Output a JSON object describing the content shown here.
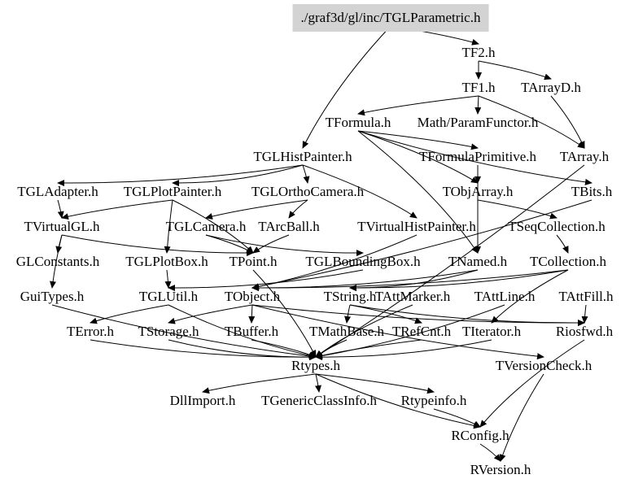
{
  "root": "./graf3d/gl/inc/TGLParametric.h",
  "nodes": [
    "TF2.h",
    "TF1.h",
    "TArrayD.h",
    "TFormula.h",
    "Math/ParamFunctor.h",
    "TGLHistPainter.h",
    "TFormulaPrimitive.h",
    "TArray.h",
    "TGLAdapter.h",
    "TGLPlotPainter.h",
    "TGLOrthoCamera.h",
    "TObjArray.h",
    "TBits.h",
    "TVirtualGL.h",
    "TGLCamera.h",
    "TArcBall.h",
    "TVirtualHistPainter.h",
    "TSeqCollection.h",
    "GLConstants.h",
    "TGLPlotBox.h",
    "TPoint.h",
    "TGLBoundingBox.h",
    "TNamed.h",
    "TCollection.h",
    "GuiTypes.h",
    "TGLUtil.h",
    "TObject.h",
    "TString.h",
    "TAttMarker.h",
    "TAttLine.h",
    "TAttFill.h",
    "TError.h",
    "TStorage.h",
    "TBuffer.h",
    "TMathBase.h",
    "TRefCnt.h",
    "TIterator.h",
    "Riosfwd.h",
    "Rtypes.h",
    "TVersionCheck.h",
    "DllImport.h",
    "TGenericClassInfo.h",
    "Rtypeinfo.h",
    "RConfig.h",
    "RVersion.h"
  ],
  "edges": [
    [
      "./graf3d/gl/inc/TGLParametric.h",
      "TF2.h"
    ],
    [
      "./graf3d/gl/inc/TGLParametric.h",
      "TGLHistPainter.h"
    ],
    [
      "TF2.h",
      "TF1.h"
    ],
    [
      "TF2.h",
      "TArrayD.h"
    ],
    [
      "TF1.h",
      "TFormula.h"
    ],
    [
      "TF1.h",
      "Math/ParamFunctor.h"
    ],
    [
      "TF1.h",
      "TArray.h"
    ],
    [
      "TArrayD.h",
      "TArray.h"
    ],
    [
      "TFormula.h",
      "TFormulaPrimitive.h"
    ],
    [
      "TFormula.h",
      "TObjArray.h"
    ],
    [
      "TFormula.h",
      "TNamed.h"
    ],
    [
      "TFormula.h",
      "TBits.h"
    ],
    [
      "TFormulaPrimitive.h",
      "TObjArray.h"
    ],
    [
      "TFormulaPrimitive.h",
      "TNamed.h"
    ],
    [
      "TObjArray.h",
      "TSeqCollection.h"
    ],
    [
      "TSeqCollection.h",
      "TCollection.h"
    ],
    [
      "TCollection.h",
      "TObject.h"
    ],
    [
      "TCollection.h",
      "TIterator.h"
    ],
    [
      "TCollection.h",
      "TString.h"
    ],
    [
      "TNamed.h",
      "TObject.h"
    ],
    [
      "TNamed.h",
      "TString.h"
    ],
    [
      "TArray.h",
      "Rtypes.h"
    ],
    [
      "TBits.h",
      "TObject.h"
    ],
    [
      "TGLHistPainter.h",
      "TGLAdapter.h"
    ],
    [
      "TGLHistPainter.h",
      "TGLPlotPainter.h"
    ],
    [
      "TGLHistPainter.h",
      "TGLOrthoCamera.h"
    ],
    [
      "TGLHistPainter.h",
      "TVirtualHistPainter.h"
    ],
    [
      "TGLAdapter.h",
      "TVirtualGL.h"
    ],
    [
      "TGLPlotPainter.h",
      "TVirtualGL.h"
    ],
    [
      "TGLPlotPainter.h",
      "TGLPlotBox.h"
    ],
    [
      "TGLPlotPainter.h",
      "TPoint.h"
    ],
    [
      "TGLOrthoCamera.h",
      "TGLCamera.h"
    ],
    [
      "TGLOrthoCamera.h",
      "TArcBall.h"
    ],
    [
      "TGLCamera.h",
      "TPoint.h"
    ],
    [
      "TGLCamera.h",
      "TGLBoundingBox.h"
    ],
    [
      "TArcBall.h",
      "TPoint.h"
    ],
    [
      "TVirtualHistPainter.h",
      "TObject.h"
    ],
    [
      "TVirtualGL.h",
      "GLConstants.h"
    ],
    [
      "TVirtualGL.h",
      "GuiTypes.h"
    ],
    [
      "TVirtualGL.h",
      "TPoint.h"
    ],
    [
      "TGLPlotBox.h",
      "TGLUtil.h"
    ],
    [
      "TGLBoundingBox.h",
      "TGLUtil.h"
    ],
    [
      "TGLUtil.h",
      "TError.h"
    ],
    [
      "TGLUtil.h",
      "Rtypes.h"
    ],
    [
      "TPoint.h",
      "Rtypes.h"
    ],
    [
      "GuiTypes.h",
      "Rtypes.h"
    ],
    [
      "TObject.h",
      "TStorage.h"
    ],
    [
      "TObject.h",
      "TBuffer.h"
    ],
    [
      "TObject.h",
      "Riosfwd.h"
    ],
    [
      "TObject.h",
      "TVersionCheck.h"
    ],
    [
      "TString.h",
      "TMathBase.h"
    ],
    [
      "TString.h",
      "TRefCnt.h"
    ],
    [
      "TString.h",
      "Riosfwd.h"
    ],
    [
      "TAttMarker.h",
      "Rtypes.h"
    ],
    [
      "TAttLine.h",
      "Rtypes.h"
    ],
    [
      "TAttFill.h",
      "Riosfwd.h"
    ],
    [
      "TError.h",
      "Rtypes.h"
    ],
    [
      "TStorage.h",
      "Rtypes.h"
    ],
    [
      "TBuffer.h",
      "Rtypes.h"
    ],
    [
      "TMathBase.h",
      "Rtypes.h"
    ],
    [
      "TRefCnt.h",
      "Rtypes.h"
    ],
    [
      "TIterator.h",
      "Rtypes.h"
    ],
    [
      "Riosfwd.h",
      "RConfig.h"
    ],
    [
      "Rtypes.h",
      "DllImport.h"
    ],
    [
      "Rtypes.h",
      "TGenericClassInfo.h"
    ],
    [
      "Rtypes.h",
      "Rtypeinfo.h"
    ],
    [
      "Rtypes.h",
      "RConfig.h"
    ],
    [
      "Rtypeinfo.h",
      "RConfig.h"
    ],
    [
      "TVersionCheck.h",
      "RVersion.h"
    ],
    [
      "RConfig.h",
      "RVersion.h"
    ]
  ]
}
